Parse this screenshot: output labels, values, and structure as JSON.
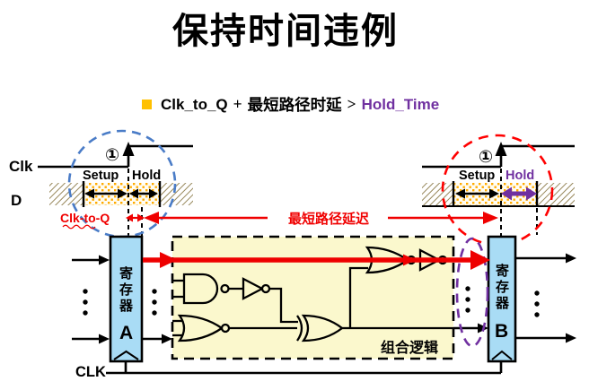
{
  "title": "保持时间违例",
  "bullet": {
    "term1": "Clk_to_Q",
    "plus": "+",
    "term2": "最短路径时延",
    "gt": ">",
    "term3": "Hold_Time"
  },
  "timing_left": {
    "clk_label": "Clk",
    "d_label": "D",
    "edge_marker": "①",
    "setup_label": "Setup",
    "hold_label": "Hold",
    "clk_to_q_label": "Clk-to-Q"
  },
  "timing_right": {
    "edge_marker": "①",
    "setup_label": "Setup",
    "hold_label": "Hold"
  },
  "path_delay_label": "最短路径延迟",
  "circuit": {
    "reg_a_text": "寄存器",
    "reg_a_letter": "A",
    "reg_b_text": "寄存器",
    "reg_b_letter": "B",
    "logic_label": "组合逻辑",
    "clk_label": "CLK"
  },
  "colors": {
    "accent_red": "#F00000",
    "accent_purple": "#7030A0",
    "register_fill": "#A9DCF5",
    "logic_box_fill": "#FBF8CD",
    "bullet_square": "#FFC000",
    "blue_circle": "#4A7CC7",
    "stable_dots": "#FFAA00",
    "hatch": "#97875A"
  }
}
